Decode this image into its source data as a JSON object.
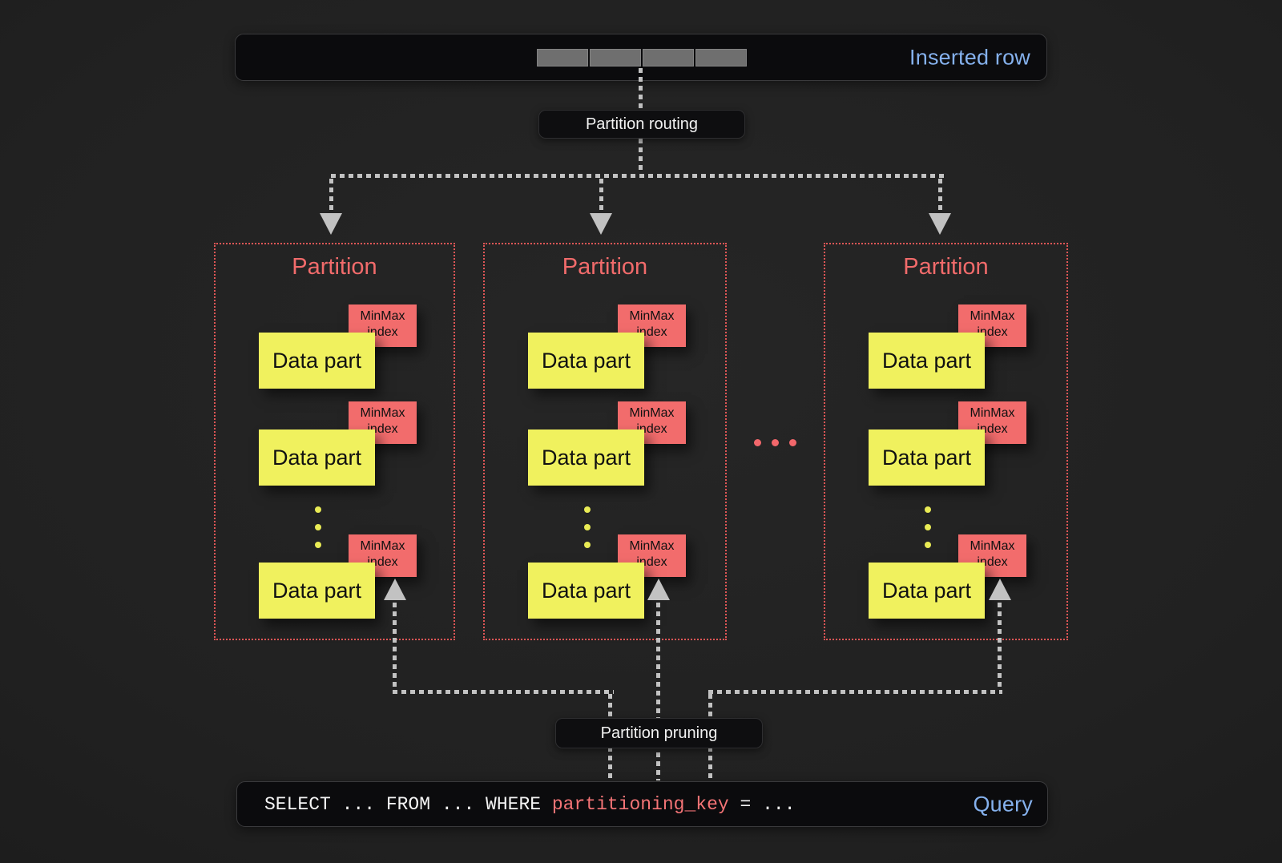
{
  "colors": {
    "background": "#212121",
    "bar_background": "#0b0b0d",
    "accent_blue": "#85b1ed",
    "salmon": "#f26c6c",
    "partition_border_red": "#e05656",
    "partition_title_red": "#f16b6b",
    "data_part_yellow": "#f0f15e",
    "dash_gray": "#c2c2c2",
    "segment_gray": "#6f6f6f"
  },
  "inserted_row": {
    "label": "Inserted row",
    "segment_count": 4
  },
  "flow": {
    "routing_label": "Partition routing",
    "pruning_label": "Partition pruning"
  },
  "ellipsis": "...",
  "partitions": [
    {
      "title": "Partition",
      "parts": [
        {
          "part": "Data part",
          "index": "MinMax index"
        },
        {
          "part": "Data part",
          "index": "MinMax index"
        },
        {
          "part": "Data part",
          "index": "MinMax index"
        }
      ]
    },
    {
      "title": "Partition",
      "parts": [
        {
          "part": "Data part",
          "index": "MinMax index"
        },
        {
          "part": "Data part",
          "index": "MinMax index"
        },
        {
          "part": "Data part",
          "index": "MinMax index"
        }
      ]
    },
    {
      "title": "Partition",
      "parts": [
        {
          "part": "Data part",
          "index": "MinMax index"
        },
        {
          "part": "Data part",
          "index": "MinMax index"
        },
        {
          "part": "Data part",
          "index": "MinMax index"
        }
      ]
    }
  ],
  "query": {
    "select": "SELECT ... FROM ... WHERE ",
    "key": "partitioning_key",
    "tail": " = ...",
    "label": "Query"
  }
}
